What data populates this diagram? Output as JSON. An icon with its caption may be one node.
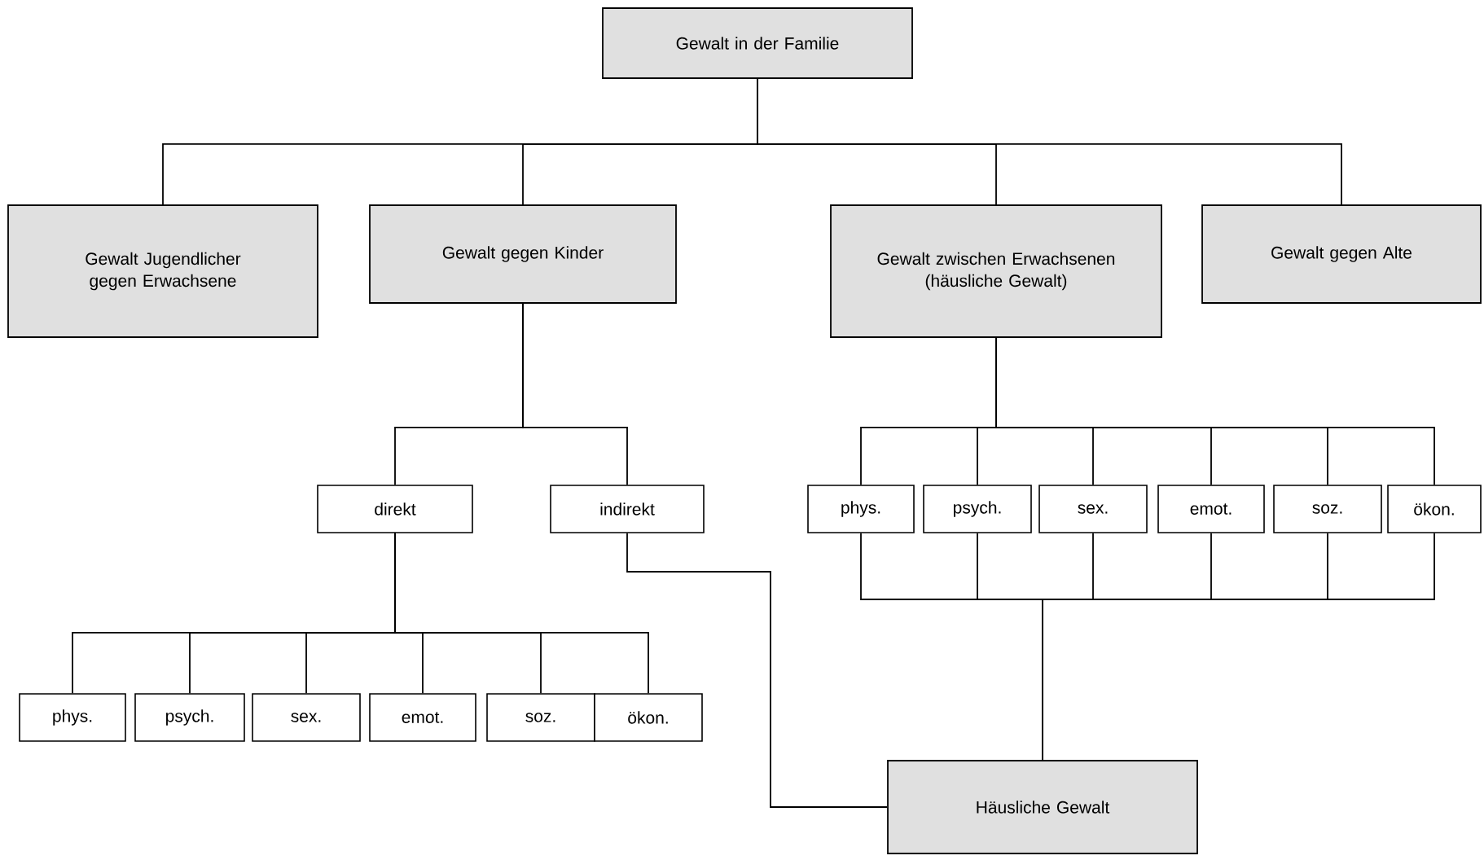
{
  "diagram": {
    "nodes": [
      {
        "text": [
          "Gewalt in der Familie"
        ]
      },
      {
        "text": [
          "Gewalt Jugendlicher gegen Erwachsene"
        ]
      },
      {
        "text": [
          "Gewalt gegen Kinder"
        ]
      },
      {
        "text": [
          "Gewalt zwischen Erwachsenen (häusliche Gewalt)"
        ]
      },
      {
        "text": [
          "Gewalt gegen Alte"
        ]
      },
      {
        "text": [
          "direkt"
        ]
      },
      {
        "text": [
          "indirekt"
        ]
      },
      {
        "text": [
          "phys."
        ]
      },
      {
        "text": [
          "psych."
        ]
      },
      {
        "text": [
          "sex."
        ]
      },
      {
        "text": [
          "emot."
        ]
      },
      {
        "text": [
          "soz."
        ]
      },
      {
        "text": [
          "ökon."
        ]
      },
      {
        "text": [
          "phys."
        ]
      },
      {
        "text": [
          "psych."
        ]
      },
      {
        "text": [
          "sex."
        ]
      },
      {
        "text": [
          "emot."
        ]
      },
      {
        "text": [
          "soz."
        ]
      },
      {
        "text": [
          "ökon."
        ]
      },
      {
        "text": [
          "Häusliche Gewalt"
        ]
      }
    ],
    "edges": [
      {
        "from": 0,
        "to": 1,
        "arrow": "none"
      },
      {
        "from": 0,
        "to": 2,
        "arrow": "none"
      },
      {
        "from": 0,
        "to": 3,
        "arrow": "none"
      },
      {
        "from": 0,
        "to": 4,
        "arrow": "none"
      },
      {
        "from": 2,
        "to": 5,
        "arrow": "none"
      },
      {
        "from": 2,
        "to": 6,
        "arrow": "none"
      },
      {
        "from": 5,
        "to": 7,
        "arrow": "none"
      },
      {
        "from": 5,
        "to": 8,
        "arrow": "none"
      },
      {
        "from": 5,
        "to": 9,
        "arrow": "none"
      },
      {
        "from": 5,
        "to": 10,
        "arrow": "none"
      },
      {
        "from": 5,
        "to": 11,
        "arrow": "none"
      },
      {
        "from": 5,
        "to": 12,
        "arrow": "none"
      },
      {
        "from": 3,
        "to": 13,
        "arrow": "none"
      },
      {
        "from": 3,
        "to": 14,
        "arrow": "none"
      },
      {
        "from": 3,
        "to": 15,
        "arrow": "none"
      },
      {
        "from": 3,
        "to": 16,
        "arrow": "none"
      },
      {
        "from": 3,
        "to": 17,
        "arrow": "none"
      },
      {
        "from": 3,
        "to": 18,
        "arrow": "none"
      },
      {
        "from": 13,
        "to": 19,
        "arrow": "none"
      },
      {
        "from": 14,
        "to": 19,
        "arrow": "none"
      },
      {
        "from": 15,
        "to": 19,
        "arrow": "none"
      },
      {
        "from": 16,
        "to": 19,
        "arrow": "none"
      },
      {
        "from": 17,
        "to": 19,
        "arrow": "none"
      },
      {
        "from": 18,
        "to": 19,
        "arrow": "none"
      },
      {
        "from": 6,
        "to": 19,
        "arrow": "none"
      }
    ]
  }
}
